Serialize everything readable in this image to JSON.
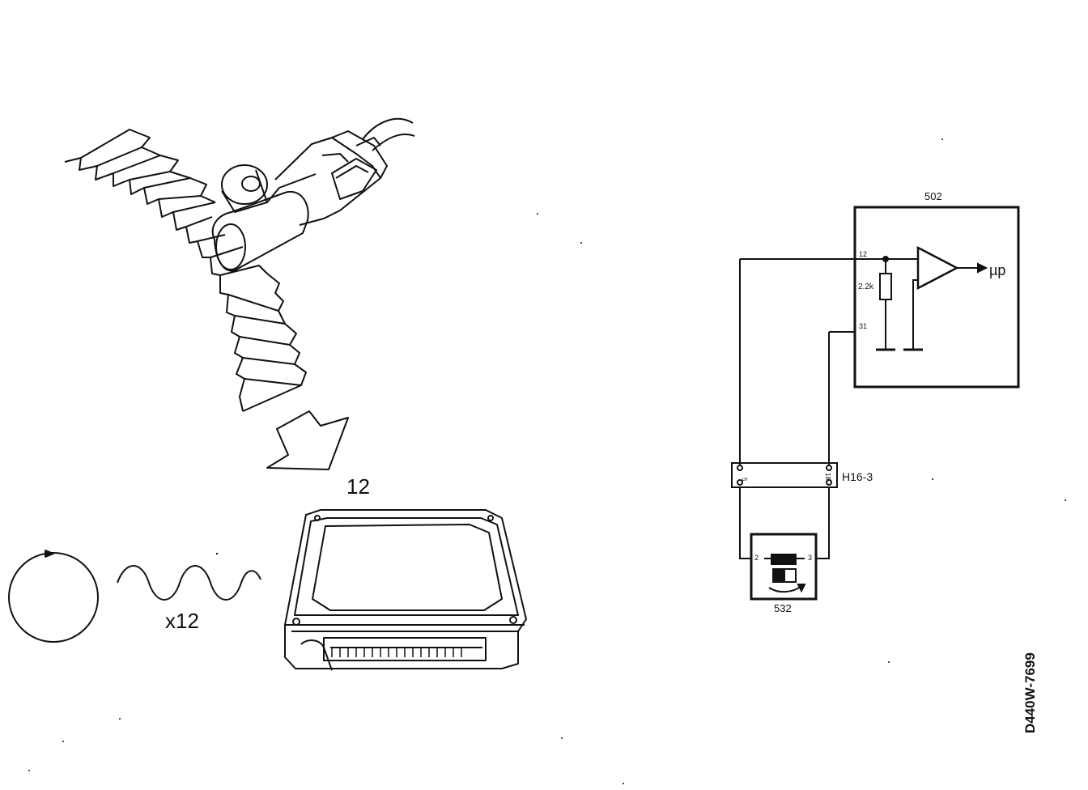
{
  "illustration": {
    "count_label": "12",
    "multiplier_label": "x12"
  },
  "schematic": {
    "control_module_label": "502",
    "pin_12_label": "12",
    "pin_31_label": "31",
    "resistor_label": "2.2k",
    "output_label": "µp",
    "connector_label": "H16-3",
    "connector_pin_left": "5",
    "connector_pin_right": "18",
    "sensor_label": "532",
    "sensor_pin_left": "2",
    "sensor_pin_right": "3"
  },
  "figure_id": "D440W-7699",
  "colors": {
    "ink": "#111111",
    "paper": "#ffffff"
  }
}
